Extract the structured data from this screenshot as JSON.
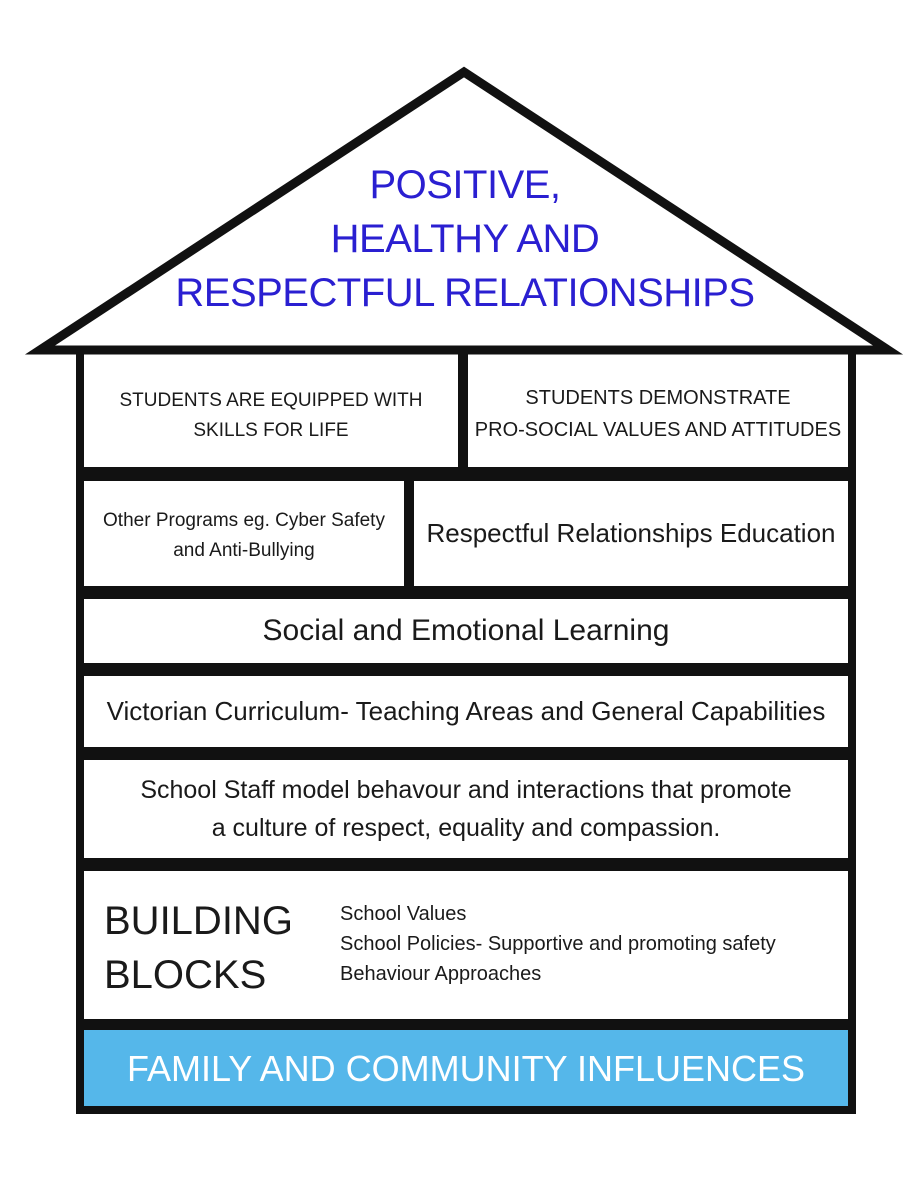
{
  "colors": {
    "roof_title": "#2a1fd1",
    "outline": "#111111",
    "foundation_fill": "#55b7ea",
    "foundation_text": "#ffffff"
  },
  "roof": {
    "line1": "POSITIVE,",
    "line2": "HEALTHY AND",
    "line3": "RESPECTFUL RELATIONSHIPS"
  },
  "row1": {
    "left": {
      "line1": "STUDENTS ARE EQUIPPED WITH",
      "line2": "SKILLS FOR LIFE"
    },
    "right": {
      "line1": "STUDENTS DEMONSTRATE",
      "line2": "PRO-SOCIAL VALUES AND ATTITUDES"
    }
  },
  "row2": {
    "left": {
      "line1": "Other Programs eg. Cyber Safety",
      "line2": "and Anti-Bullying"
    },
    "right": "Respectful Relationships Education"
  },
  "row3": "Social and Emotional Learning",
  "row4": "Victorian Curriculum- Teaching Areas and General Capabilities",
  "row5": {
    "line1": "School Staff model behavour and interactions that promote",
    "line2": "a culture of respect, equality and compassion."
  },
  "building_blocks": {
    "heading_line1": "BUILDING",
    "heading_line2": "BLOCKS",
    "items": [
      "School Values",
      "School Policies- Supportive and promoting safety",
      "Behaviour Approaches"
    ]
  },
  "foundation": "FAMILY AND COMMUNITY INFLUENCES"
}
